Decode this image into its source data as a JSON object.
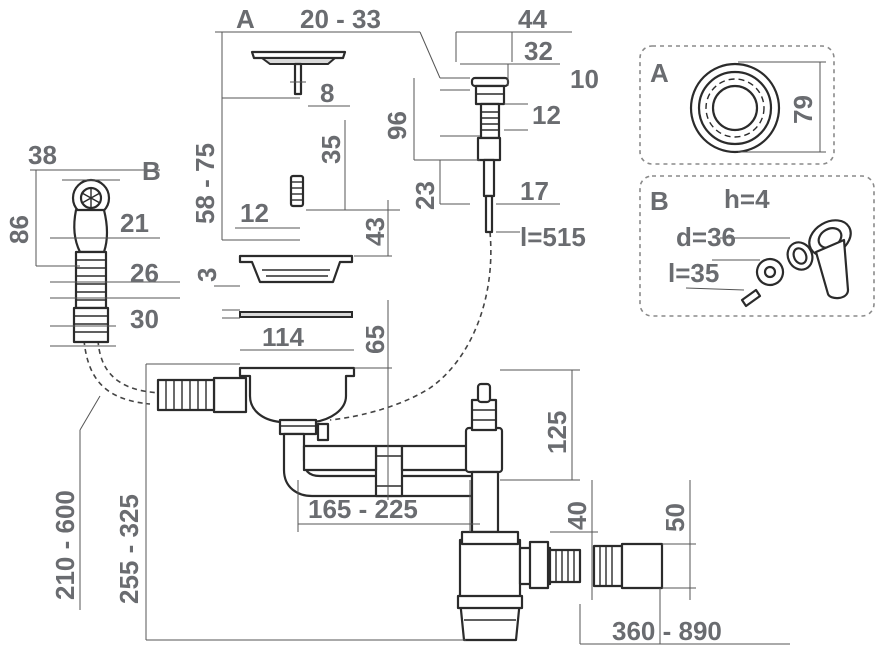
{
  "callouts": {
    "detail_a_marker": "A",
    "detail_b_marker": "B",
    "inset_a_title": "A",
    "inset_b_title": "B"
  },
  "dimensions": {
    "strainer_width": "20 - 33",
    "strainer_stem": "8",
    "strainer_height_range": "58 - 75",
    "screw_length": "35",
    "screw_diameter": "12",
    "basket_height": "43",
    "basket_gasket": "3",
    "basket_diameter": "114",
    "basket_to_outlet": "65",
    "overflow_width": "38",
    "overflow_height": "86",
    "overflow_neck": "21",
    "overflow_hose_d1": "26",
    "overflow_hose_d2": "30",
    "button_outer": "44",
    "button_mid": "32",
    "button_cap": "10",
    "button_height": "96",
    "button_thread": "12",
    "rod_length": "23",
    "rod_diameter": "17",
    "cable_length": "l=515",
    "hose_range": "210 - 600",
    "total_height": "255 - 325",
    "horizontal_pipe": "165 - 225",
    "tee_height": "125",
    "outlet_d1": "40",
    "outlet_d2": "50",
    "outlet_length": "360 - 890",
    "inset_a_diameter": "79",
    "inset_b_h": "h=4",
    "inset_b_d": "d=36",
    "inset_b_l": "l=35"
  }
}
